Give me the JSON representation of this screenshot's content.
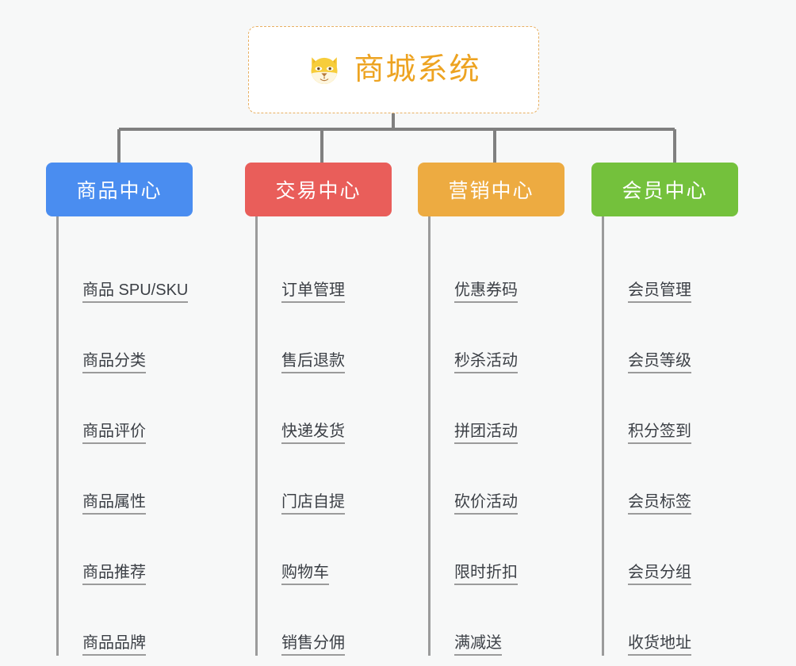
{
  "diagram": {
    "type": "org-chart",
    "background_color": "#f7f8f8",
    "connector_color": "#808080",
    "root": {
      "icon": "shiba-dog-face-icon",
      "title": "商城系统",
      "text_color": "#eda321",
      "border_color": "#e8b062",
      "background_color": "#ffffff"
    },
    "categories": [
      {
        "label": "商品中心",
        "color": "#4a8df0",
        "items": [
          "商品 SPU/SKU",
          "商品分类",
          "商品评价",
          "商品属性",
          "商品推荐",
          "商品品牌"
        ]
      },
      {
        "label": "交易中心",
        "color": "#e95e5a",
        "items": [
          "订单管理",
          "售后退款",
          "快递发货",
          "门店自提",
          "购物车",
          "销售分佣"
        ]
      },
      {
        "label": "营销中心",
        "color": "#edab41",
        "items": [
          "优惠券码",
          "秒杀活动",
          "拼团活动",
          "砍价活动",
          "限时折扣",
          "满减送"
        ]
      },
      {
        "label": "会员中心",
        "color": "#74c13c",
        "items": [
          "会员管理",
          "会员等级",
          "积分签到",
          "会员标签",
          "会员分组",
          "收货地址"
        ]
      }
    ]
  }
}
